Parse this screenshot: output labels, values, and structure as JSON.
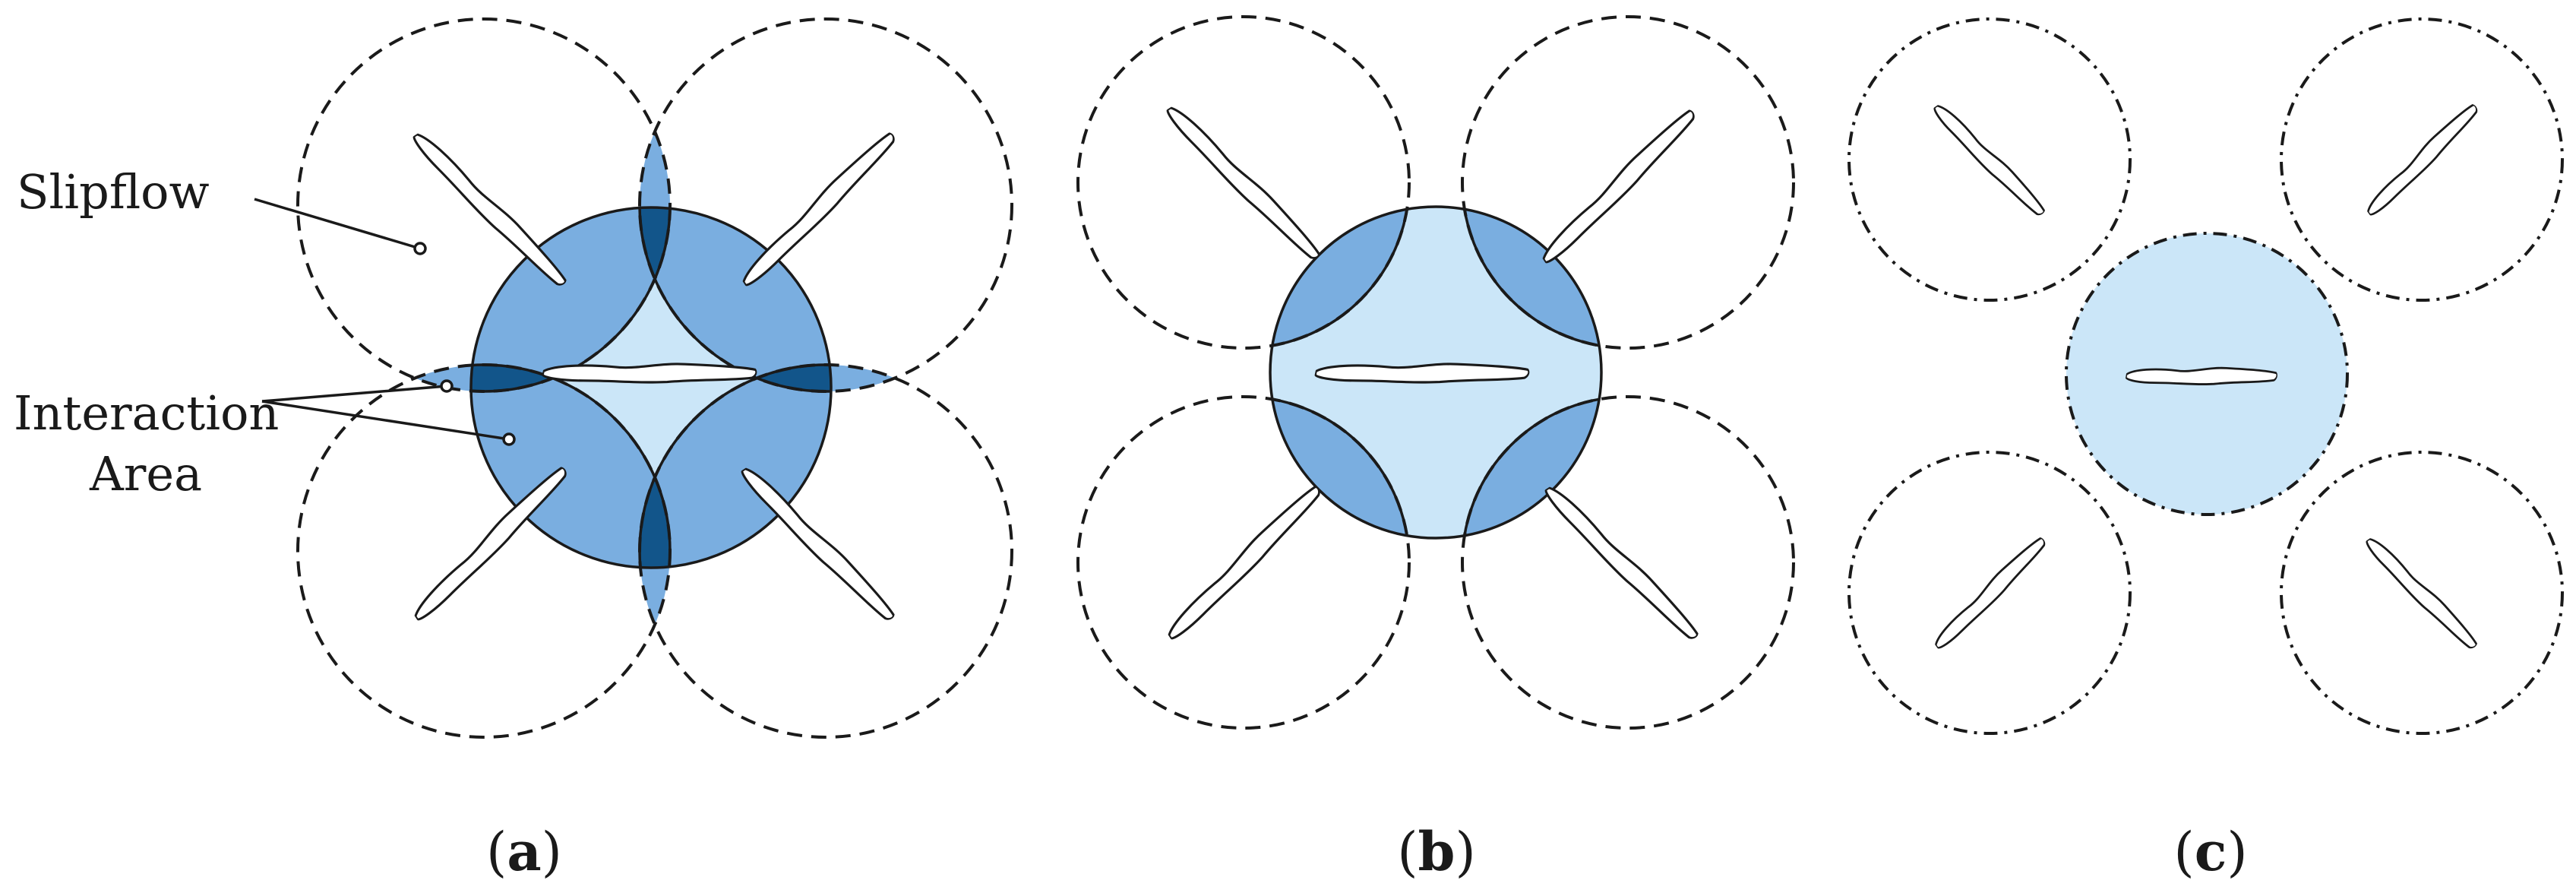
{
  "colors": {
    "slipflow_light": "#cbe6f8",
    "slipflow_medium": "#7aaee0",
    "interaction_dark": "#12558a",
    "outline": "#1a1a1a"
  },
  "annotations": {
    "slipflow": "Slipflow",
    "interaction_line1": "Interaction",
    "interaction_line2": "Area"
  },
  "panels": [
    {
      "id": "a",
      "open": "(",
      "letter": "a",
      "close": ")"
    },
    {
      "id": "b",
      "open": "(",
      "letter": "b",
      "close": ")"
    },
    {
      "id": "c",
      "open": "(",
      "letter": "c",
      "close": ")"
    }
  ]
}
